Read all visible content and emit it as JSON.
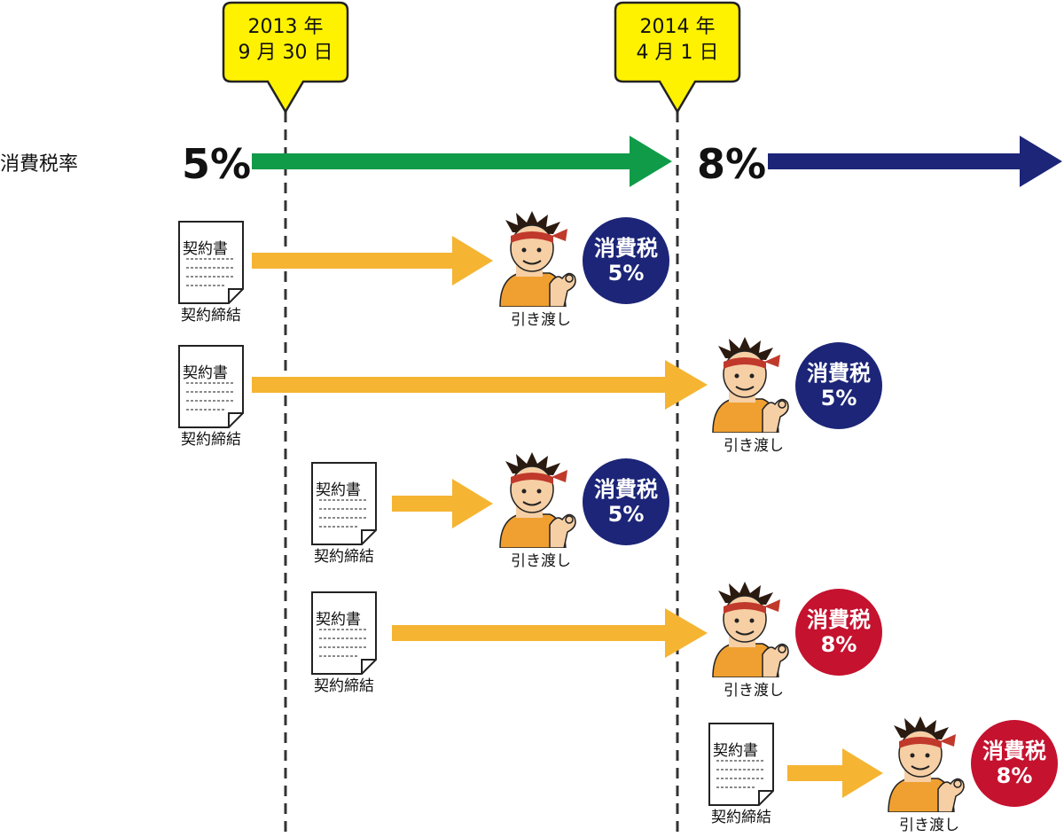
{
  "colors": {
    "callout_fill": "#fff200",
    "rate_arrow_5": "#109b48",
    "rate_arrow_8": "#1c2577",
    "transaction_arrow": "#f5b432",
    "badge_5": "#1c2577",
    "badge_8": "#c4122f",
    "dashed_line": "#333333",
    "shirt": "#f0a030",
    "headband": "#c0392b"
  },
  "callouts": [
    {
      "line1": "2013 年",
      "line2": "9 月 30 日"
    },
    {
      "line1": "2014 年",
      "line2": "4 月 1 日"
    }
  ],
  "tax_rate": {
    "label": "消費税率",
    "before": "5%",
    "after": "8%"
  },
  "labels": {
    "contract_doc": "契約書",
    "contract": "契約締結",
    "delivery": "引き渡し",
    "tax": "消費税"
  },
  "rows": [
    {
      "badge_rate": "5%",
      "badge_color": "badge_5"
    },
    {
      "badge_rate": "5%",
      "badge_color": "badge_5"
    },
    {
      "badge_rate": "5%",
      "badge_color": "badge_5"
    },
    {
      "badge_rate": "8%",
      "badge_color": "badge_8"
    },
    {
      "badge_rate": "8%",
      "badge_color": "badge_8"
    }
  ],
  "icons": {
    "document": "contract-document-icon",
    "person": "delivery-person-icon"
  }
}
